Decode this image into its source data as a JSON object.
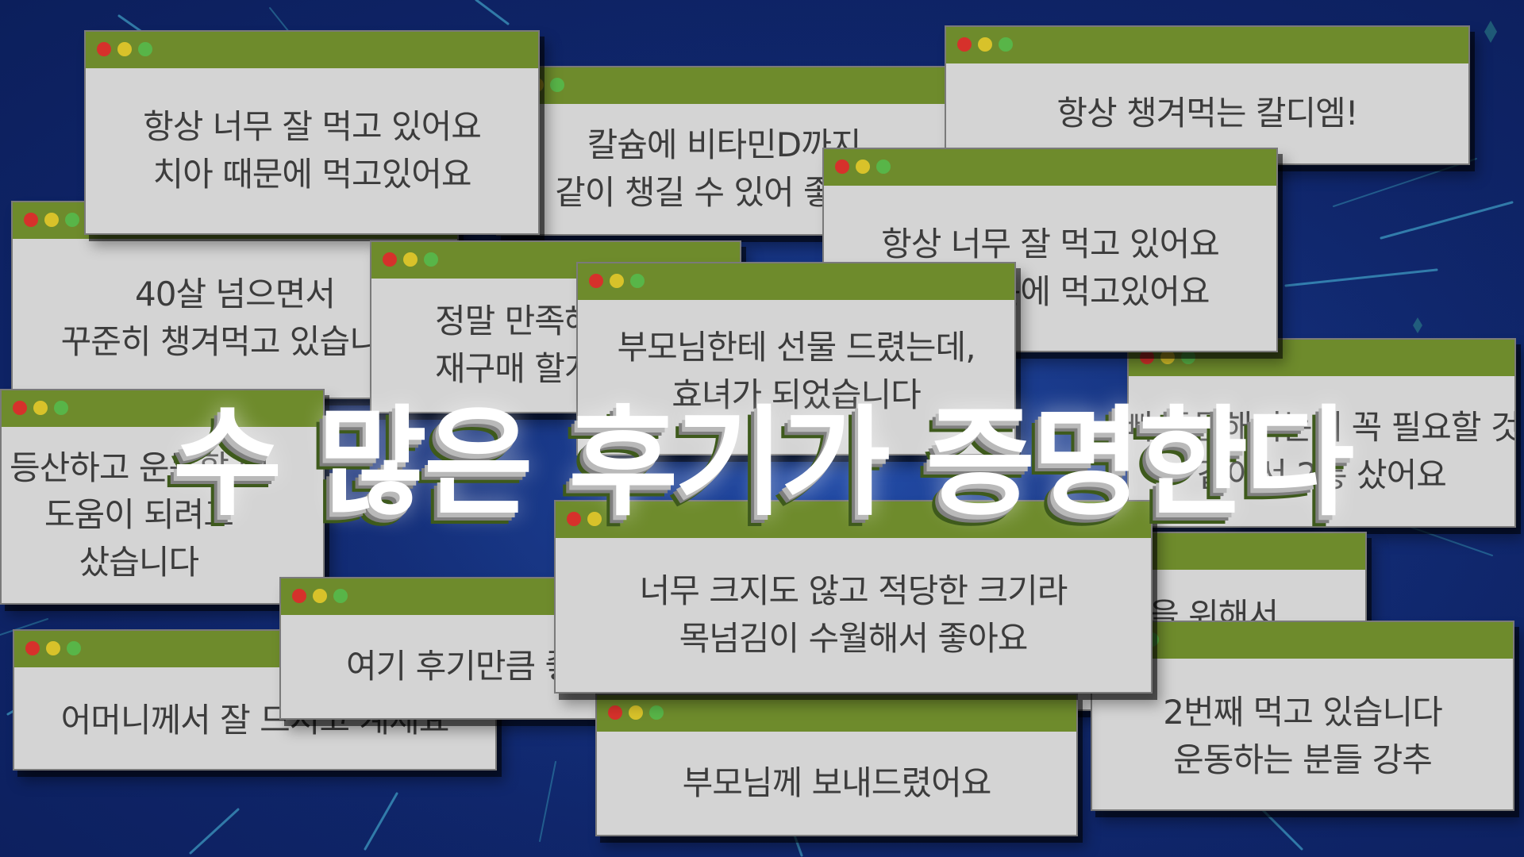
{
  "headline": "수 많은 후기가 증명한다",
  "colors": {
    "background": "#10276e",
    "window_bar": "#6e8b2c",
    "window_body": "#d4d4d4",
    "dot_red": "#d6312b",
    "dot_yellow": "#d8c22a",
    "dot_green": "#58b548"
  },
  "windows": [
    {
      "id": "w-calcium-vitd",
      "text": "칼슘에 비타민D까지\n같이 챙길 수 있어 좋아요"
    },
    {
      "id": "w-always-take",
      "text": "항상 챙겨먹는 칼디엠!"
    },
    {
      "id": "w-40s",
      "text": "40살 넘으면서\n꾸준히 챙겨먹고 있습니다"
    },
    {
      "id": "w-hiking",
      "text": "등산하고 운동할 때\n도움이 되려고\n샀습니다"
    },
    {
      "id": "w-good-eat-right",
      "text": "항상 너무 잘 먹고 있어요\n치아 때문에 먹고있어요"
    },
    {
      "id": "w-bone-health",
      "text": "뼈 튼튼해지는데 꼭 필요할 것\n같아서 2통 샀어요"
    },
    {
      "id": "w-satisfied",
      "text": "정말 만족해요\n재구매 할게요"
    },
    {
      "id": "w-good-eat-left",
      "text": "항상 너무 잘 먹고 있어요\n치아 때문에 먹고있어요"
    },
    {
      "id": "w-parents-gift",
      "text": "부모님한테 선물 드렸는데,\n효녀가 되었습니다"
    },
    {
      "id": "w-for-health",
      "text": "건강을 위해서\n추천하는 제품~"
    },
    {
      "id": "w-second-jar",
      "text": "2번째 먹고 있습니다\n운동하는 분들 강추"
    },
    {
      "id": "w-mother",
      "text": "어머니께서 잘 드시고 계세요"
    },
    {
      "id": "w-reviews",
      "text": "여기 후기만큼 좋아요"
    },
    {
      "id": "w-sent-parents",
      "text": "부모님께 보내드렸어요"
    },
    {
      "id": "w-size",
      "text": "너무 크지도 않고 적당한 크기라\n목넘김이 수월해서 좋아요"
    }
  ]
}
